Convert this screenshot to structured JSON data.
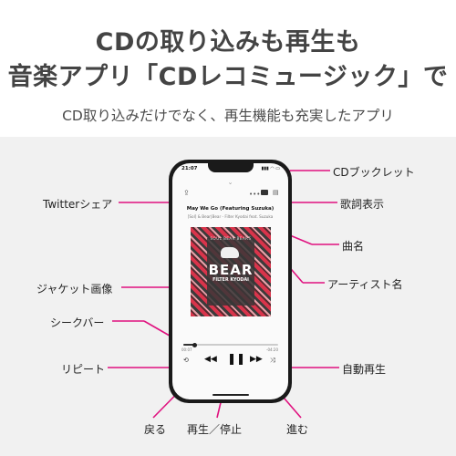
{
  "header": {
    "line1": "CDの取り込みも再生も",
    "line2": "音楽アプリ「CDレコミュージック」で",
    "subtitle": "CD取り込みだけでなく、再生機能も充実したアプリ"
  },
  "callouts": {
    "cd_booklet": "CDブックレット",
    "twitter_share": "Twitterシェア",
    "lyrics": "歌詞表示",
    "song_title": "曲名",
    "artist_name": "アーティスト名",
    "jacket": "ジャケット画像",
    "seek_bar": "シークバー",
    "repeat": "リピート",
    "auto_play": "自動再生",
    "back": "戻る",
    "play_pause": "再生／停止",
    "forward": "進む"
  },
  "player": {
    "time": "21:07",
    "status_right": "▮▮▮ ◠ ▭",
    "song": "May We Go (Featuring Suzuka)",
    "artist": "[Sol] & Bear|Bear - Filter Kyodai feat. Suzuka",
    "jacket_mark": "SOUL BEAR BEARS",
    "jacket_title": "BEAR",
    "jacket_sub": "FILTER KYODAI",
    "elapsed": "00:07",
    "remaining": "-04:20",
    "progress_fraction": 0.12
  },
  "icons": {
    "share": "share-icon",
    "more": "more-icon",
    "cd": "cd-booklet-icon",
    "lyrics": "lyrics-icon",
    "repeat": "repeat-icon",
    "prev": "previous-icon",
    "play": "pause-icon",
    "next": "next-icon",
    "shuffle": "shuffle-icon"
  },
  "colors": {
    "accent": "#e0117f",
    "background_lower": "#f1f1f1"
  }
}
